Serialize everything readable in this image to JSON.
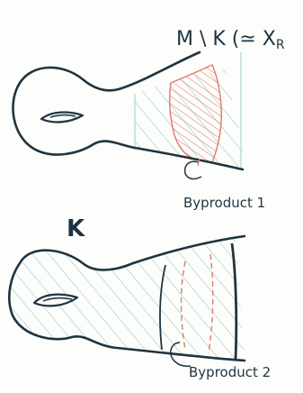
{
  "top_figure": {
    "title": "M \\ K (≃ X",
    "title_subscript": "R",
    "annotation": "Byproduct 1"
  },
  "bottom_figure": {
    "title": "K",
    "annotation": "Byproduct 2"
  },
  "colors": {
    "ink": "#1f3440",
    "hatch_teal": "#8fcfc1",
    "hatch_red": "#e07a6a"
  }
}
